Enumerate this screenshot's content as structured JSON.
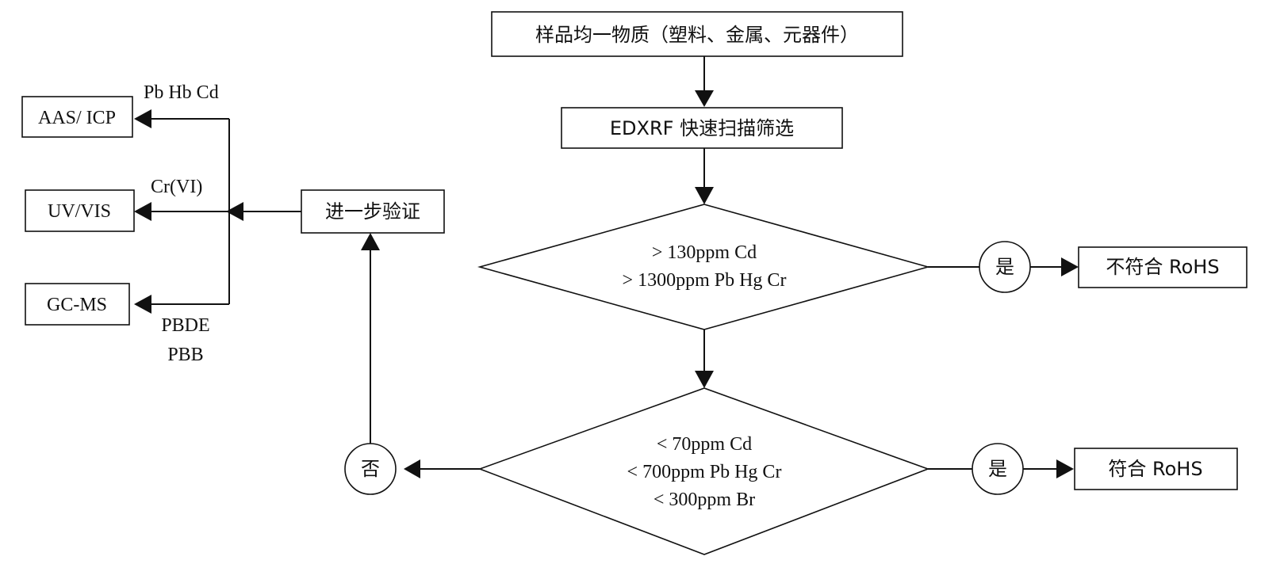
{
  "nodes": {
    "sample": "样品均一物质（塑料、金属、元器件）",
    "edxrf": "EDXRF 快速扫描筛选",
    "decision1": {
      "line1": "> 130ppm Cd",
      "line2": "> 1300ppm Pb Hg Cr"
    },
    "decision2": {
      "line1": "< 70ppm Cd",
      "line2": "< 700ppm Pb Hg Cr",
      "line3": "< 300ppm Br"
    },
    "yes1": "是",
    "yes2": "是",
    "no": "否",
    "non_compliant": "不符合 RoHS",
    "compliant": "符合 RoHS",
    "further": "进一步验证",
    "aas_icp": "AAS/ ICP",
    "uv_vis": "UV/VIS",
    "gc_ms": "GC-MS"
  },
  "labels": {
    "aas_elements": "Pb Hb Cd",
    "uv_elements": "Cr(VI)",
    "gc_line1": "PBDE",
    "gc_line2": "PBB"
  },
  "colors": {
    "stroke": "#111111",
    "fill": "#ffffff"
  }
}
